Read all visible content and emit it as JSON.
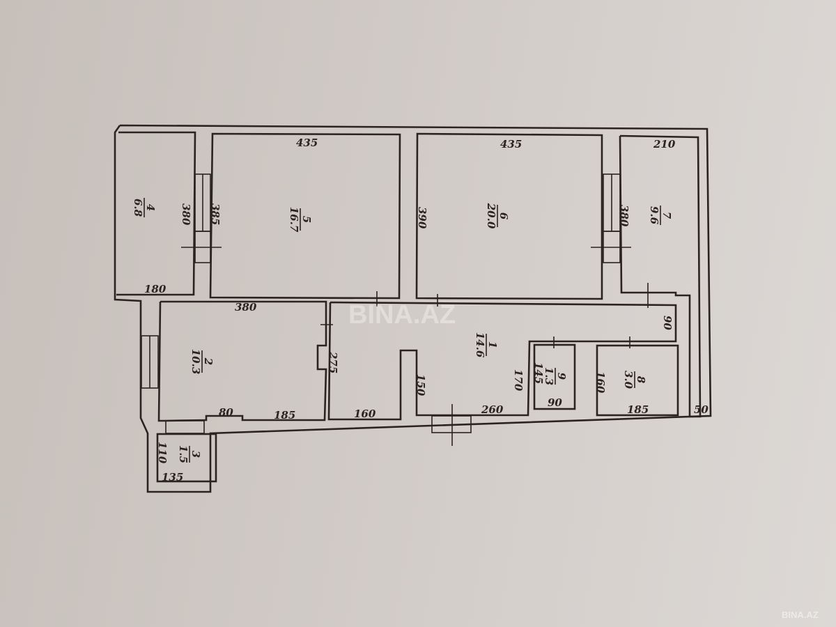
{
  "watermark": "BINA.AZ",
  "corner_watermark": "BINA.AZ",
  "rooms": [
    {
      "number": "1",
      "area": "14.6"
    },
    {
      "number": "2",
      "area": "10.3"
    },
    {
      "number": "3",
      "area": "1.5"
    },
    {
      "number": "4",
      "area": "6.8"
    },
    {
      "number": "5",
      "area": "16.7"
    },
    {
      "number": "6",
      "area": "20.0"
    },
    {
      "number": "7",
      "area": "9.6"
    },
    {
      "number": "8",
      "area": "3.0"
    },
    {
      "number": "9",
      "area": "1.3"
    }
  ],
  "dimensions": {
    "r5_width": "435",
    "r6_width": "435",
    "r7_width": "210",
    "r4_width": "180",
    "r4_height": "380",
    "r5_height": "385",
    "r6_height": "390",
    "r7_height": "380",
    "r2_width": "380",
    "r2_height": "275",
    "r2_door": "80",
    "r2_bottom": "185",
    "hall_160": "160",
    "hall_150": "150",
    "hall_260": "260",
    "hall_170": "170",
    "hall_90": "90",
    "r9_height": "145",
    "r9_width": "90",
    "r8_height": "160",
    "r8_width": "185",
    "r3_height": "110",
    "r3_width": "135",
    "right_gap": "50"
  }
}
